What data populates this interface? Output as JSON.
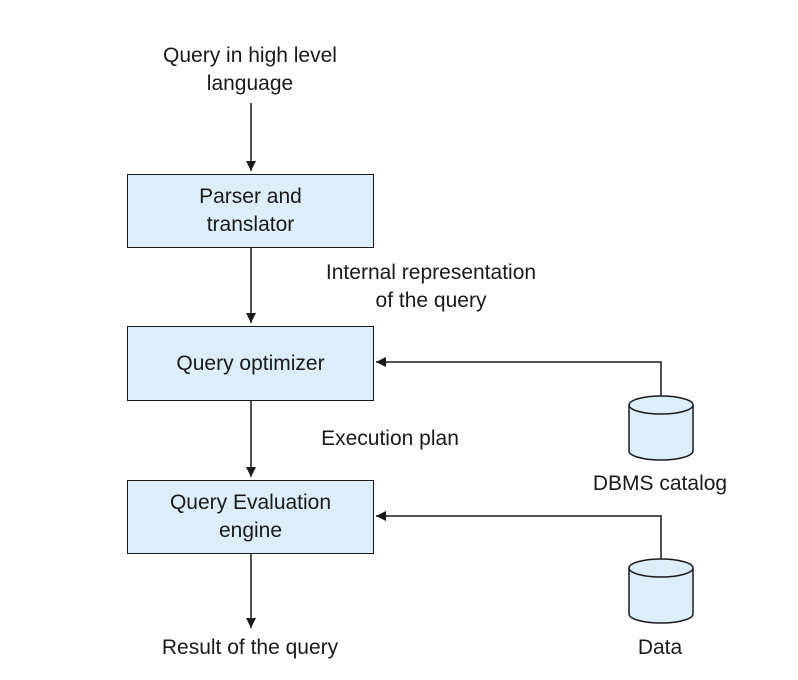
{
  "input_label": [
    "Query in high level",
    "language"
  ],
  "nodes": {
    "parser": [
      "Parser and",
      "translator"
    ],
    "optimizer": [
      "Query optimizer"
    ],
    "engine": [
      "Query Evaluation",
      "engine"
    ]
  },
  "edge_labels": {
    "internal": [
      "Internal representation",
      "of the query"
    ],
    "plan": [
      "Execution plan"
    ]
  },
  "output_label": [
    "Result of the query"
  ],
  "stores": {
    "catalog": [
      "DBMS catalog"
    ],
    "data": [
      "Data"
    ]
  },
  "colors": {
    "box_fill": "#ddeefb",
    "stroke": "#1a1a1a"
  }
}
